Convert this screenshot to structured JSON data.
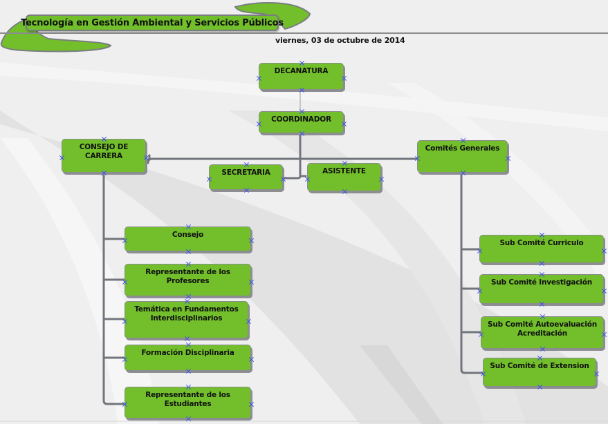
{
  "header": {
    "title": "Tecnología en Gestión Ambiental y Servicios Públicos",
    "date": "viernes, 03 de octubre de 2014"
  },
  "colors": {
    "node_fill": "#72bf2b",
    "node_shadow": "#8c8e92",
    "connector": "#72757b",
    "handle": "#3c4cf0",
    "background": "#efefef"
  },
  "org_chart": {
    "nodes": [
      {
        "id": "decanatura",
        "label": "DECANATURA"
      },
      {
        "id": "coordinador",
        "label": "COORDINADOR"
      },
      {
        "id": "consejo-de-carrera",
        "label": "CONSEJO DE CARRERA",
        "lines": [
          "CONSEJO DE",
          "CARRERA"
        ]
      },
      {
        "id": "secretaria",
        "label": "SECRETARIA"
      },
      {
        "id": "asistente",
        "label": "ASISTENTE"
      },
      {
        "id": "comites-generales",
        "label": "Comités Generales"
      },
      {
        "id": "consejo",
        "label": "Consejo"
      },
      {
        "id": "representante-profesores",
        "label": "Representante de los Profesores",
        "lines": [
          "Representante de los",
          "Profesores"
        ]
      },
      {
        "id": "tematica-fundamentos",
        "label": "Temática en Fundamentos Interdisciplinarios",
        "lines": [
          "Temática en Fundamentos",
          "Interdisciplinarios"
        ]
      },
      {
        "id": "formacion-disciplinaria",
        "label": "Formación Disciplinaria"
      },
      {
        "id": "representante-estudiantes",
        "label": "Representante de los Estudiantes",
        "lines": [
          "Representante de los",
          "Estudiantes"
        ]
      },
      {
        "id": "sub-comite-curriculo",
        "label": "Sub Comité Curriculo"
      },
      {
        "id": "sub-comite-investigacion",
        "label": "Sub Comité Investigación"
      },
      {
        "id": "sub-comite-autoevaluacion",
        "label": "Sub Comité Autoevaluación Acreditación",
        "lines": [
          "Sub Comité Autoevaluación",
          "Acreditación"
        ]
      },
      {
        "id": "sub-comite-extension",
        "label": "Sub Comité de Extension"
      }
    ],
    "edges": [
      [
        "decanatura",
        "coordinador"
      ],
      [
        "coordinador",
        "secretaria"
      ],
      [
        "coordinador",
        "asistente"
      ],
      [
        "coordinador",
        "consejo-de-carrera"
      ],
      [
        "coordinador",
        "comites-generales"
      ],
      [
        "consejo-de-carrera",
        "consejo"
      ],
      [
        "consejo-de-carrera",
        "representante-profesores"
      ],
      [
        "consejo-de-carrera",
        "tematica-fundamentos"
      ],
      [
        "consejo-de-carrera",
        "formacion-disciplinaria"
      ],
      [
        "consejo-de-carrera",
        "representante-estudiantes"
      ],
      [
        "comites-generales",
        "sub-comite-curriculo"
      ],
      [
        "comites-generales",
        "sub-comite-investigacion"
      ],
      [
        "comites-generales",
        "sub-comite-autoevaluacion"
      ],
      [
        "comites-generales",
        "sub-comite-extension"
      ]
    ]
  }
}
